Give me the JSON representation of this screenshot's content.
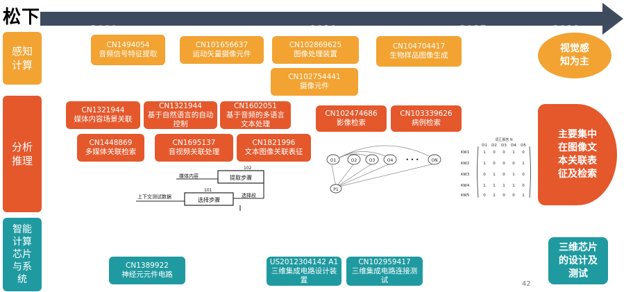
{
  "brand": "松下",
  "timeline": {
    "years": [
      "2000",
      "2010",
      "2015",
      "2018"
    ]
  },
  "categories": [
    {
      "label": "感知\n计算",
      "color": "#f2a332"
    },
    {
      "label": "分析\n推理",
      "color": "#e4582c"
    },
    {
      "label": "智能\n计算\n芯片\n与系\n统",
      "color": "#1f9aa0"
    }
  ],
  "perception": [
    {
      "id": "CN1494054",
      "desc": "音频信号特征提取"
    },
    {
      "id": "CN101656637",
      "desc": "运动矢量摄像元件"
    },
    {
      "id": "CN102869625",
      "desc": "图像处理装置"
    },
    {
      "id": "CN104704417",
      "desc": "生物样品图像生成"
    },
    {
      "id": "CN102754441",
      "desc": "摄像元件"
    }
  ],
  "analysis": [
    {
      "id": "CN1321944",
      "desc": "媒体内容场景关联"
    },
    {
      "id": "CN1321944",
      "desc": "基于自然语言的自动控制"
    },
    {
      "id": "CN1602051",
      "desc": "基于音频的多语言文本处理"
    },
    {
      "id": "CN102474686",
      "desc": "影像检索"
    },
    {
      "id": "CN103339626",
      "desc": "病例检索"
    },
    {
      "id": "CN1448869",
      "desc": "多媒体关联检索"
    },
    {
      "id": "CN1695137",
      "desc": "音视频关联处理"
    },
    {
      "id": "CN1821996",
      "desc": "文本图像关联表征"
    }
  ],
  "chips": [
    {
      "id": "CN1389922",
      "desc": "神经元元件电路"
    },
    {
      "id": "US2012304142 A1",
      "desc": "三维集成电路设计装置"
    },
    {
      "id": "CN102959417",
      "desc": "三维集成电路连接测试"
    }
  ],
  "summaries": {
    "perception": "视觉感\n知为主",
    "analysis": "主要集中\n在图像文\n本关联表\n征及检索",
    "chips": "三维芯片\n的设计及\n测试"
  },
  "flow_diagram": {
    "node_top": "提取步骤",
    "node_bottom": "选择步骤",
    "input_top": "媒体内容",
    "input_bottom": "上下文测试数据",
    "output": "选择段",
    "ref_top": "102",
    "ref_bottom": "101"
  },
  "graph_diagram": {
    "nodes": [
      "O1",
      "O2",
      "O3",
      "O4",
      "ON",
      "P1"
    ],
    "ellipsis": "• • •"
  },
  "matrix": {
    "title": "词汇报告 N",
    "cols": [
      "D1",
      "D2",
      "D3",
      "D4",
      "D5"
    ],
    "rows": [
      {
        "label": "KW1",
        "values": [
          1,
          0,
          0,
          1,
          0
        ]
      },
      {
        "label": "KW2",
        "values": [
          1,
          0,
          0,
          0,
          1
        ]
      },
      {
        "label": "KW3",
        "values": [
          0,
          1,
          0,
          1,
          0
        ]
      },
      {
        "label": "KW4",
        "values": [
          1,
          1,
          1,
          1,
          0
        ]
      },
      {
        "label": "KW5",
        "values": [
          0,
          1,
          0,
          0,
          1
        ]
      }
    ]
  },
  "page_number": "42"
}
